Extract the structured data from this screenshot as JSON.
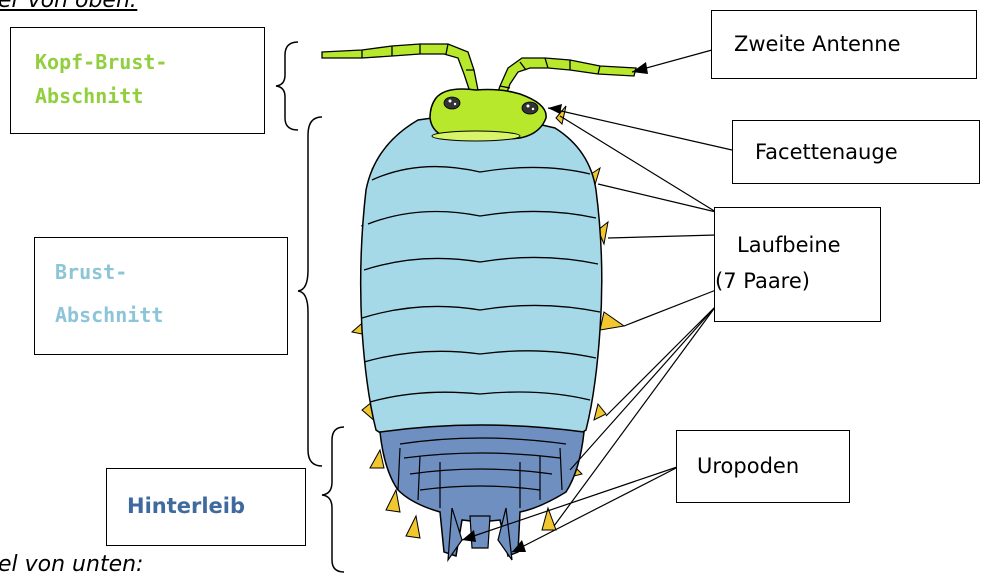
{
  "fragments": {
    "top": "er von oben:",
    "bottom": "el von unten:"
  },
  "labels": {
    "kopf_brust": {
      "line1": "Kopf-Brust-",
      "line2": "Abschnitt",
      "color": "#92cf3e"
    },
    "brust": {
      "line1": "Brust-",
      "line2": "Abschnitt",
      "color": "#8cc4d8"
    },
    "hinterleib": {
      "text": "Hinterleib",
      "color": "#3f6a9e"
    },
    "zweite_antenne": "Zweite Antenne",
    "facettenauge": "Facettenauge",
    "laufbeine": {
      "line1": "Laufbeine",
      "line2": "(7 Paare)"
    },
    "uropoden": "Uropoden"
  },
  "colors": {
    "head": "#b8e82c",
    "thorax": "#a6d9e8",
    "abdomen": "#6e8fbf",
    "legs": "#f2c62e"
  }
}
